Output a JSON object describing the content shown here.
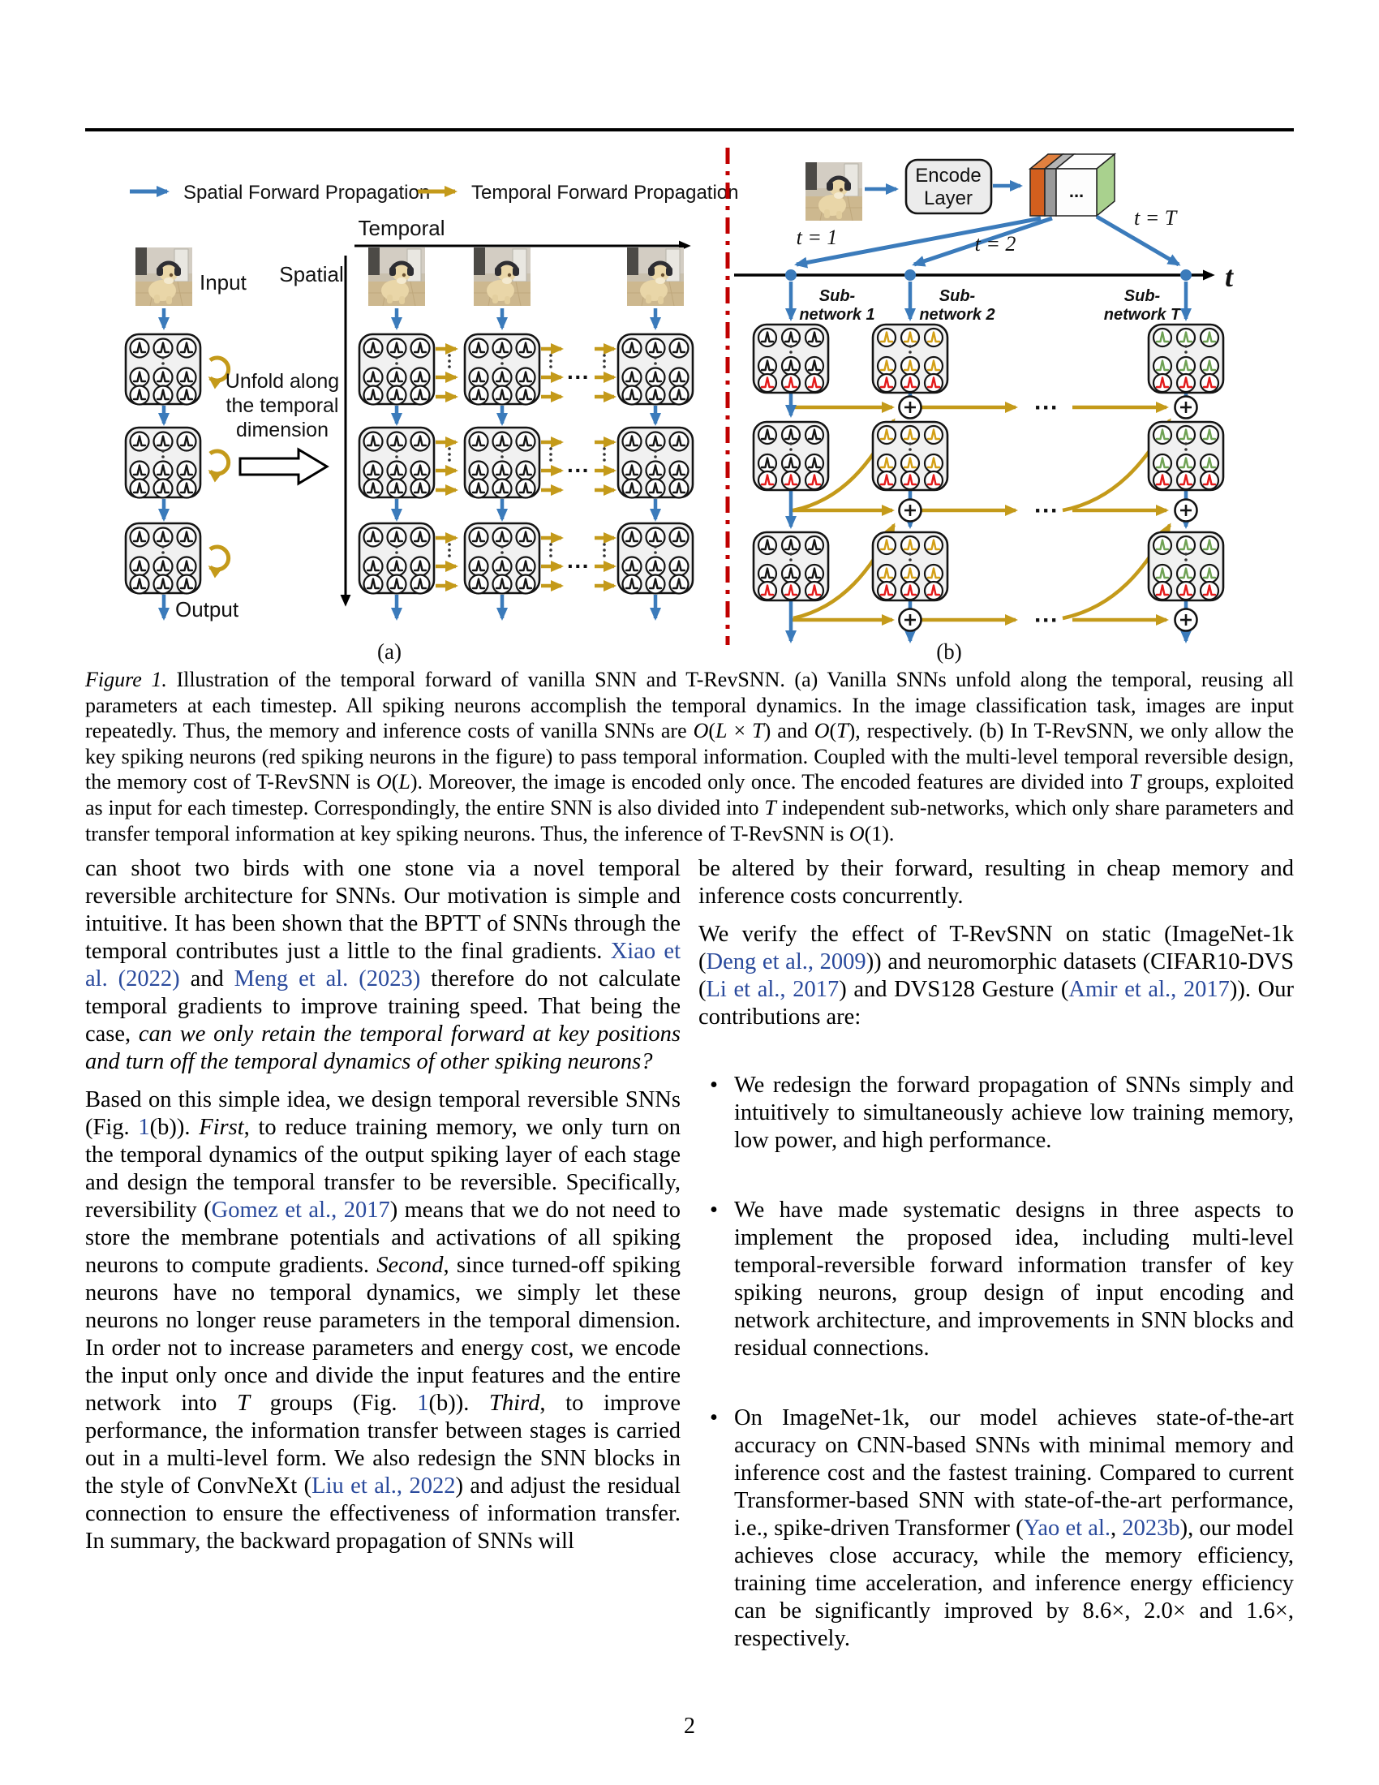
{
  "page": {
    "number": "2"
  },
  "figure": {
    "legend": {
      "spatial": "Spatial Forward Propagation",
      "temporal": "Temporal Forward Propagation"
    },
    "panel_a": {
      "axis_temporal": "Temporal",
      "axis_spatial": "Spatial",
      "input": "Input",
      "output": "Output",
      "unfold_lines": [
        "Unfold along",
        "the temporal",
        "dimension"
      ],
      "dots": "···",
      "label": "(a)"
    },
    "panel_b": {
      "encode_lines": [
        "Encode",
        "Layer"
      ],
      "cube_dots": "...",
      "t1": "t = 1",
      "t2": "t = 2",
      "tT": "t = T",
      "axis": "t",
      "subnets": [
        [
          "Sub-",
          "network 1"
        ],
        [
          "Sub-",
          "network 2"
        ],
        [
          "Sub-",
          "network T"
        ]
      ],
      "dots": "···",
      "label": "(b)"
    },
    "colors": {
      "blue": "#3b7bbb",
      "yellow": "#c49a1a",
      "sep_red": "#c00000",
      "spike_black": "#141414",
      "spike_red": "#e31a1a",
      "spike_yellow": "#d4a017",
      "spike_green": "#6fa254",
      "slice_orange": "#d35f1e",
      "slice_gray": "#9a9a9a",
      "slice_green": "#a9d18e",
      "block_fill": "#f1f1f1",
      "link": "#2a4a9c"
    }
  },
  "caption": [
    {
      "t": "Figure 1.",
      "s": "i"
    },
    {
      "t": " Illustration of the temporal forward of vanilla SNN and T-RevSNN. (a) Vanilla SNNs unfold along the temporal, reusing all parameters at each timestep. All spiking neurons accomplish the temporal dynamics. In the image classification task, images are input repeatedly. Thus, the memory and inference costs of vanilla SNNs are "
    },
    {
      "t": "O",
      "s": "i"
    },
    {
      "t": "("
    },
    {
      "t": "L",
      "s": "i"
    },
    {
      "t": " × "
    },
    {
      "t": "T",
      "s": "i"
    },
    {
      "t": ") and "
    },
    {
      "t": "O",
      "s": "i"
    },
    {
      "t": "("
    },
    {
      "t": "T",
      "s": "i"
    },
    {
      "t": "), respectively. (b) In T-RevSNN, we only allow the key spiking neurons (red spiking neurons in the figure) to pass temporal information. Coupled with the multi-level temporal reversible design, the memory cost of T-RevSNN is "
    },
    {
      "t": "O",
      "s": "i"
    },
    {
      "t": "("
    },
    {
      "t": "L",
      "s": "i"
    },
    {
      "t": "). Moreover, the image is encoded only once. The encoded features are divided into "
    },
    {
      "t": "T",
      "s": "i"
    },
    {
      "t": " groups, exploited as input for each timestep. Correspondingly, the entire SNN is also divided into "
    },
    {
      "t": "T",
      "s": "i"
    },
    {
      "t": " independent sub-networks, which only share parameters and transfer temporal information at key spiking neurons. Thus, the inference of T-RevSNN is "
    },
    {
      "t": "O",
      "s": "i"
    },
    {
      "t": "(1)."
    }
  ],
  "left_col": {
    "p1": [
      {
        "t": "can shoot two birds with one stone via a novel temporal reversible architecture for SNNs. Our motivation is simple and intuitive.  It has been shown that the BPTT of SNNs through the temporal contributes just a little to the final gradients. "
      },
      {
        "t": "Xiao et al. (2022)",
        "s": "link"
      },
      {
        "t": " and "
      },
      {
        "t": "Meng et al. (2023)",
        "s": "link"
      },
      {
        "t": " therefore do not calculate temporal gradients to improve training speed. That being the case, "
      },
      {
        "t": "can we only retain the temporal forward at key positions and turn off the temporal dynamics of other spiking neurons?",
        "s": "i"
      }
    ],
    "p2": [
      {
        "t": "Based on this simple idea, we design temporal reversible SNNs (Fig. "
      },
      {
        "t": "1",
        "s": "link"
      },
      {
        "t": "(b)). "
      },
      {
        "t": "First",
        "s": "i"
      },
      {
        "t": ", to reduce training memory, we only turn on the temporal dynamics of the output spiking layer of each stage and design the temporal transfer to be reversible. Specifically, reversibility ("
      },
      {
        "t": "Gomez et al., 2017",
        "s": "link"
      },
      {
        "t": ") means that we do not need to store the membrane potentials and activations of all spiking neurons to compute gradients. "
      },
      {
        "t": "Second",
        "s": "i"
      },
      {
        "t": ", since turned-off spiking neurons have no temporal dynamics, we simply let these neurons no longer reuse parameters in the temporal dimension.  In order not to increase parameters and energy cost, we encode the input only once and divide the input features and the entire network into "
      },
      {
        "t": "T",
        "s": "i"
      },
      {
        "t": " groups (Fig. "
      },
      {
        "t": "1",
        "s": "link"
      },
      {
        "t": "(b)). "
      },
      {
        "t": "Third",
        "s": "i"
      },
      {
        "t": ", to improve performance, the information transfer between stages is carried out in a multi-level form. We also redesign the SNN blocks in the style of ConvNeXt ("
      },
      {
        "t": "Liu et al., 2022",
        "s": "link"
      },
      {
        "t": ") and adjust the residual connection to ensure the effectiveness of information transfer.  In summary, the backward propagation of SNNs will"
      }
    ]
  },
  "right_col": {
    "p1": [
      {
        "t": "be altered by their forward, resulting in cheap memory and inference costs concurrently."
      }
    ],
    "p2": [
      {
        "t": "We verify the effect of T-RevSNN on static (ImageNet-1k ("
      },
      {
        "t": "Deng et al., 2009",
        "s": "link"
      },
      {
        "t": ")) and neuromorphic datasets (CIFAR10-DVS ("
      },
      {
        "t": "Li et al., 2017",
        "s": "link"
      },
      {
        "t": ") and DVS128 Gesture ("
      },
      {
        "t": "Amir et al., 2017",
        "s": "link"
      },
      {
        "t": ")). Our contributions are:"
      }
    ],
    "bullets": [
      [
        {
          "t": "We redesign the forward propagation of SNNs simply and intuitively to simultaneously achieve low training memory, low power, and high performance."
        }
      ],
      [
        {
          "t": "We have made systematic designs in three aspects to implement the proposed idea, including multi-level temporal-reversible forward information transfer of key spiking neurons, group design of input encoding and network architecture, and improvements in SNN blocks and residual connections."
        }
      ],
      [
        {
          "t": "On ImageNet-1k, our model achieves state-of-the-art accuracy on CNN-based SNNs with minimal memory and inference cost and the fastest training. Compared to current Transformer-based SNN with state-of-the-art performance, i.e., spike-driven Transformer ("
        },
        {
          "t": "Yao et al.",
          "s": "link"
        },
        {
          "t": ", "
        },
        {
          "t": "2023b",
          "s": "link"
        },
        {
          "t": "), our model achieves close accuracy, while the memory efficiency, training time acceleration, and inference energy efficiency can be significantly improved by 8.6×, 2.0× and 1.6×, respectively."
        }
      ]
    ]
  }
}
